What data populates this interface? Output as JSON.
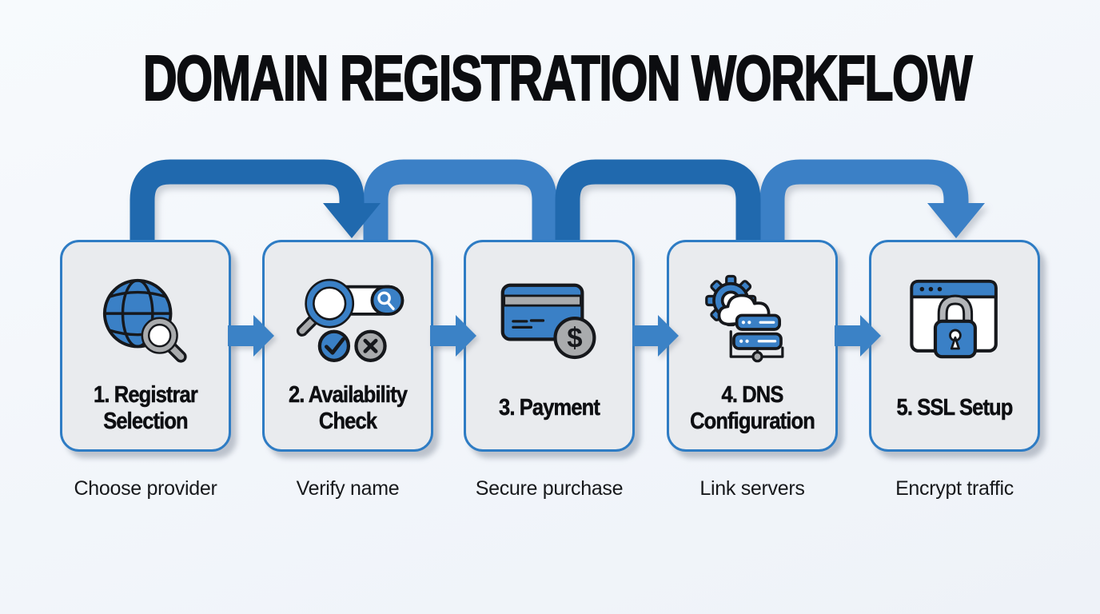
{
  "title": "DOMAIN REGISTRATION WORKFLOW",
  "steps": [
    {
      "title": "1. Registrar\nSelection",
      "caption": "Choose provider",
      "icon": "globe-search-icon"
    },
    {
      "title": "2. Availability\nCheck",
      "caption": "Verify name",
      "icon": "search-availability-icon"
    },
    {
      "title": "3. Payment",
      "caption": "Secure purchase",
      "icon": "credit-card-icon"
    },
    {
      "title": "4. DNS\nConfiguration",
      "caption": "Link servers",
      "icon": "dns-config-icon"
    },
    {
      "title": "5. SSL Setup",
      "caption": "Encrypt traffic",
      "icon": "ssl-lock-icon"
    }
  ],
  "connectors": {
    "top_arcs": [
      {
        "from": "1. Registrar Selection",
        "to": "2. Availability Check",
        "color": "#2069ae",
        "arrowhead": true
      },
      {
        "from": "2. Availability Check",
        "to": "3. Payment",
        "color": "#3b80c6",
        "arrowhead": false
      },
      {
        "from": "3. Payment",
        "to": "4. DNS Configuration",
        "color": "#2069ae",
        "arrowhead": false
      },
      {
        "from": "4. DNS Configuration",
        "to": "5. SSL Setup",
        "color": "#3b80c6",
        "arrowhead": true
      }
    ],
    "horizontal_arrow_count": 4
  },
  "colors": {
    "arc_dark": "#2069ae",
    "arc_light": "#3b80c6",
    "arrow": "#3b82c6",
    "box_fill": "#e9ebee",
    "box_border": "#2e7cc4",
    "icon_blue": "#3a80c6",
    "icon_gray": "#a9abad",
    "outline_black": "#16181c",
    "title_text": "#0c0d10",
    "caption_text": "#17191c",
    "background": "#f2f5fa"
  },
  "dollar_glyph": "$"
}
